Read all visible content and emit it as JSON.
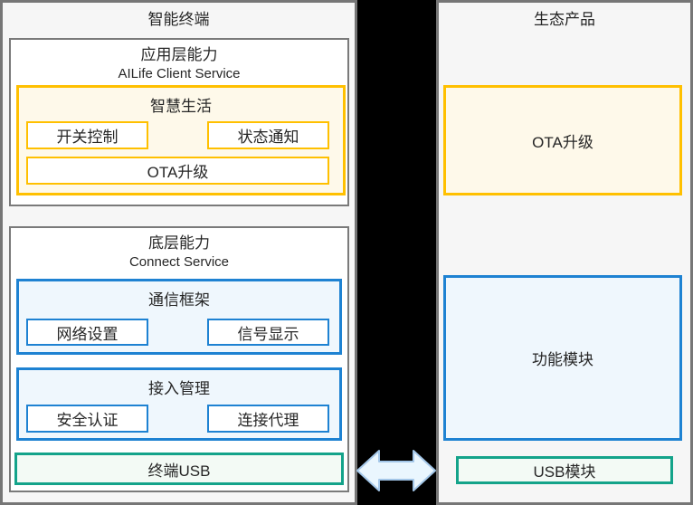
{
  "left_panel": {
    "title": "智能终端",
    "app_box": {
      "title": "应用层能力",
      "subtitle": "AILife Client Service",
      "smart_life": {
        "title": "智慧生活",
        "switch_control": "开关控制",
        "status_notify": "状态通知",
        "ota": "OTA升级"
      }
    },
    "base_box": {
      "title": "底层能力",
      "subtitle": "Connect Service",
      "comm_frame": {
        "title": "通信框架",
        "network_setting": "网络设置",
        "signal_display": "信号显示"
      },
      "access_mgmt": {
        "title": "接入管理",
        "security_auth": "安全认证",
        "connect_agent": "连接代理"
      },
      "terminal_usb": "终端USB"
    }
  },
  "right_panel": {
    "title": "生态产品",
    "ota_upgrade": "OTA升级",
    "function_module": "功能模块",
    "usb_module": "USB模块"
  },
  "icons": {
    "arrow": "double-headed-horizontal-arrow"
  },
  "colors": {
    "panel_border": "#767676",
    "panel_bg": "#F6F6F6",
    "inner_box_border": "#7A7A7A",
    "inner_box_bg": "#FFFFFF",
    "yellow_border": "#FFC000",
    "yellow_bg": "#FEF9EA",
    "blue_border": "#1E82D2",
    "blue_bg": "#EFF7FD",
    "teal_border": "#14A38A",
    "teal_bg": "#F3FAF5",
    "divider": "#000000",
    "arrow_fill": "#EAF6FE",
    "arrow_stroke": "#A3C6E8",
    "text": "#262626"
  }
}
